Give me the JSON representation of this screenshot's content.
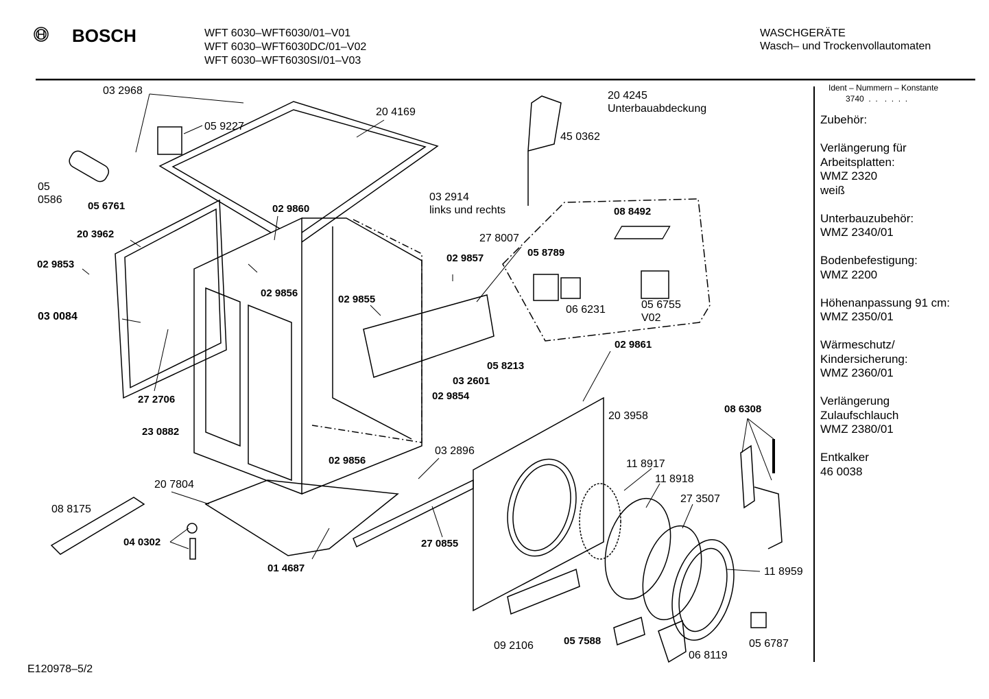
{
  "header": {
    "brand": "BOSCH",
    "models": [
      "WFT 6030–WFT6030/01–V01",
      "WFT 6030–WFT6030DC/01–V02",
      "WFT 6030–WFT6030SI/01–V03"
    ],
    "category": "WASCHGERÄTE",
    "subcategory": "Wasch– und Trockenvollautomaten"
  },
  "sidebar": {
    "ident_label": "Ident – Nummern – Konstante",
    "ident_value": "3740  .  .   .  .  .  .",
    "accessories_title": "Zubehör:",
    "groups": [
      [
        "Verlängerung für",
        "Arbeitsplatten:",
        "WMZ 2320",
        "weiß"
      ],
      [
        "Unterbauzubehör:",
        "WMZ 2340/01"
      ],
      [
        "Bodenbefestigung:",
        "WMZ 2200"
      ],
      [
        "Höhenanpassung 91 cm:",
        "WMZ 2350/01"
      ],
      [
        "Wärmeschutz/",
        "Kindersicherung:",
        "WMZ 2360/01"
      ],
      [
        "Verlängerung",
        "Zulaufschlauch",
        "WMZ 2380/01"
      ],
      [
        "Entkalker",
        "46 0038"
      ]
    ]
  },
  "parts": [
    "03 2968",
    "05 9227",
    "20 4169",
    "05\n0586",
    "05 6761",
    "02 9860",
    "03 2914\nlinks und rechts",
    "20 3962",
    "02 9853",
    "03 0084",
    "02 9856",
    "02 9855",
    "02 9857",
    "27 8007",
    "08 8492",
    "05 8789",
    "06 6231",
    "05 6755\nV02",
    "20 4245\nUnterbauabdeckung",
    "45 0362",
    "05 8213",
    "03 2601",
    "02 9854",
    "27 2706",
    "23 0882",
    "02 9861",
    "20 3958",
    "08 6308",
    "02 9856",
    "03 2896",
    "11 8917",
    "11 8918",
    "27 3507",
    "20 7804",
    "08 8175",
    "04 0302",
    "01 4687",
    "27 0855",
    "11 8959",
    "09 2106",
    "05 7588",
    "06 8119",
    "05 6787"
  ],
  "footer": {
    "drawing_id": "E120978–5/2"
  }
}
